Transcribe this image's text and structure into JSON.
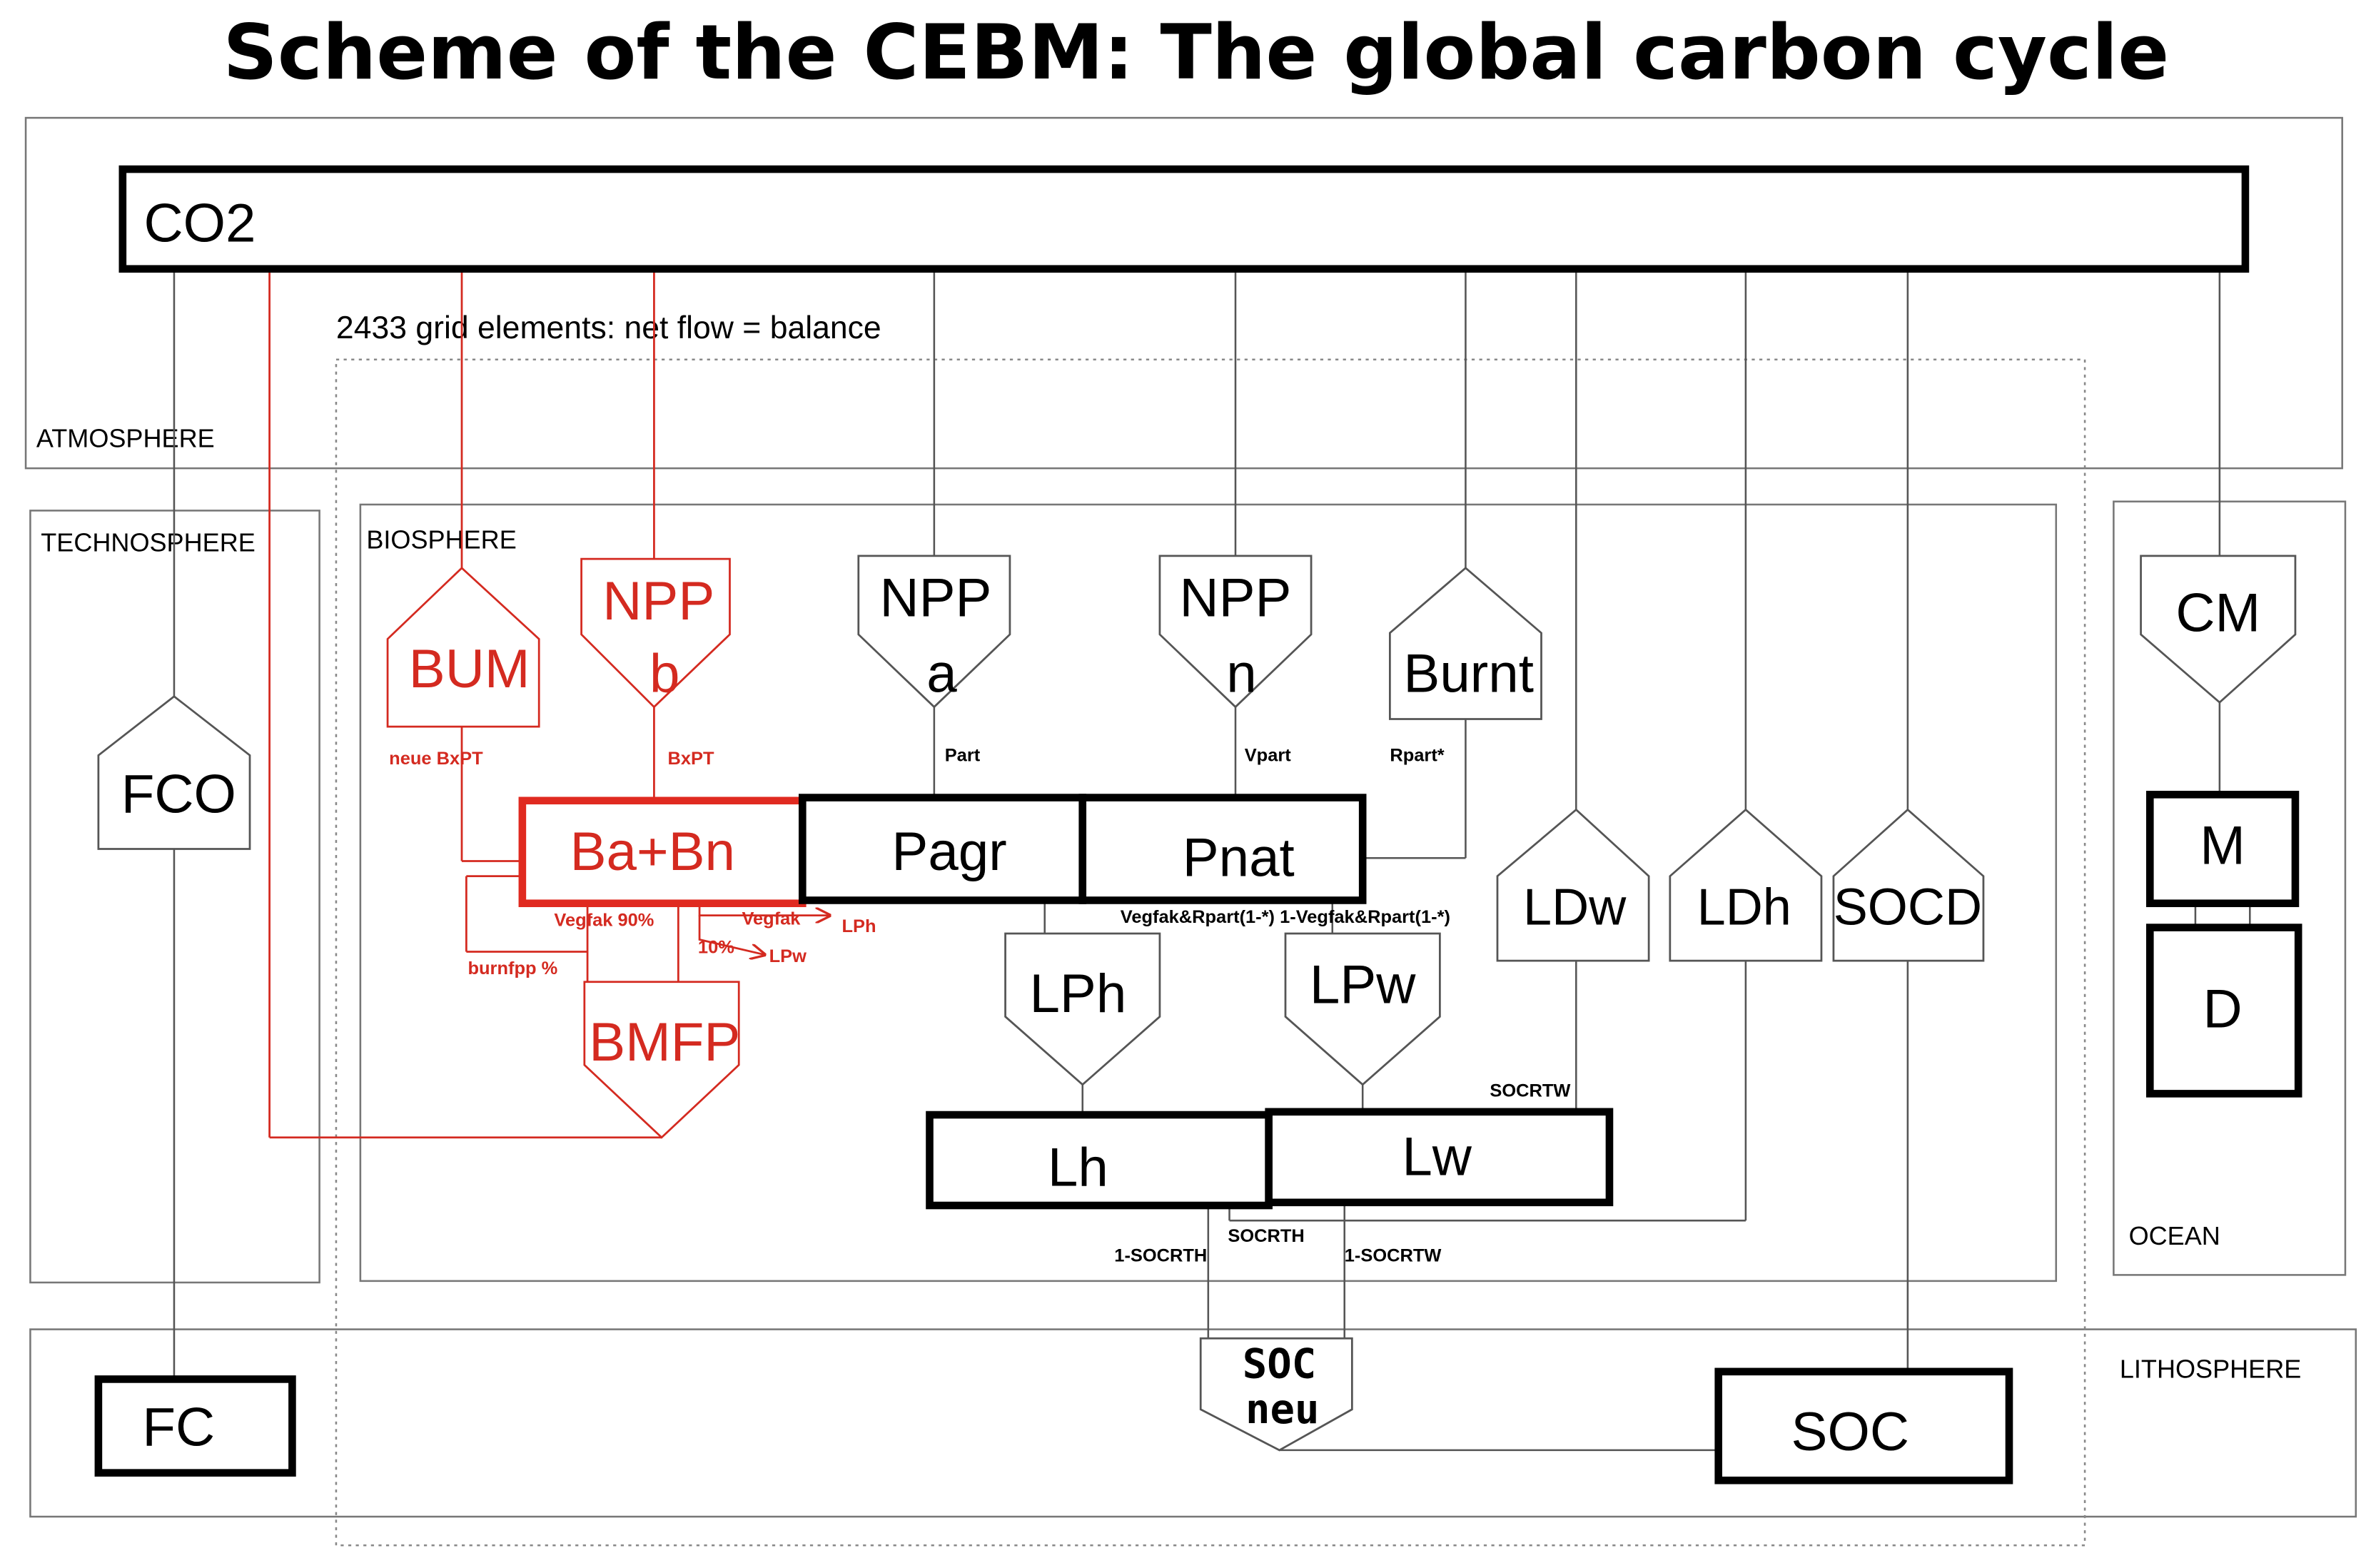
{
  "title": "Scheme of the CEBM: The global carbon cycle",
  "regions": {
    "atmosphere": "ATMOSPHERE",
    "technosphere": "TECHNOSPHERE",
    "biosphere": "BIOSPHERE",
    "ocean": "OCEAN",
    "lithosphere": "LITHOSPHERE"
  },
  "grid_note": "2433 grid elements: net flow = balance",
  "colors": {
    "anthropogenic": "#d42a20",
    "natural": "#000000"
  },
  "boxes": {
    "co2": "CO2",
    "ba_bn": "Ba+Bn",
    "pagr": "Pagr",
    "pnat": "Pnat",
    "lh": "Lh",
    "lw": "Lw",
    "m": "M",
    "d": "D",
    "fc": "FC",
    "soc": "SOC"
  },
  "flows": {
    "fco": "FCO",
    "bum": "BUM",
    "npp_b_1": "NPP",
    "npp_b_2": "b",
    "npp_a_1": "NPP",
    "npp_a_2": "a",
    "npp_n_1": "NPP",
    "npp_n_2": "n",
    "burnt": "Burnt",
    "cm": "CM",
    "bmfp": "BMFP",
    "lph": "LPh",
    "lpw": "LPw",
    "ldw": "LDw",
    "ldh": "LDh",
    "socd": "SOCD",
    "soc_neu_1": "SOC",
    "soc_neu_2": "neu"
  },
  "labels": {
    "neue_bxpt": "neue BxPT",
    "bxpt": "BxPT",
    "part": "Part",
    "vpart": "Vpart",
    "rpart": "Rpart*",
    "vegfak_90": "Vegfak 90%",
    "vegfak": "Vegfak",
    "pct_10": "10%",
    "lph_small": "LPh",
    "lpw_small": "LPw",
    "burnfpp": "burnfpp %",
    "vegfak_rpart": "Vegfak&Rpart(1-*) 1-Vegfak&Rpart(1-*)",
    "socrtw": "SOCRTW",
    "socrth": "SOCRTH",
    "one_minus_socrth": "1-SOCRTH",
    "one_minus_socrtw": "1-SOCRTW"
  }
}
